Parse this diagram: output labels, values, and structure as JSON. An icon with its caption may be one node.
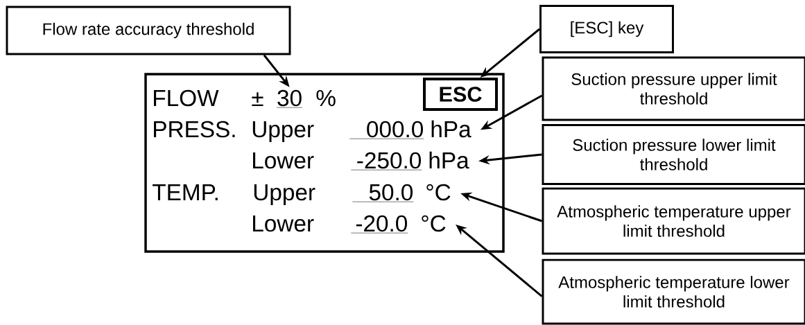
{
  "diagram": {
    "nodes": [
      {
        "text": [
          "Flow rate accuracy threshold"
        ]
      },
      {
        "text": [
          "[ESC] key"
        ]
      },
      {
        "text": [
          "Suction pressure upper limit threshold"
        ]
      },
      {
        "text": [
          "Suction pressure lower limit threshold"
        ]
      },
      {
        "text": [
          "Atmospheric temperature upper limit threshold"
        ]
      },
      {
        "text": [
          "Atmospheric temperature lower limit threshold"
        ]
      },
      {
        "text": [],
        "shape": "box"
      },
      {
        "text": [
          "ESC"
        ],
        "in": 6
      },
      {
        "text": [
          "30"
        ],
        "in": 6
      },
      {
        "text": [
          "000.0",
          "hPa"
        ],
        "in": 6
      },
      {
        "text": [
          "-250.0",
          "hPa"
        ],
        "in": 6
      },
      {
        "text": [
          "50.0",
          "°C"
        ],
        "in": 6
      },
      {
        "text": [
          "-20.0",
          "°C"
        ],
        "in": 6
      }
    ],
    "edges": [
      {
        "from": 0,
        "to": 8,
        "arrow": "to"
      },
      {
        "from": 1,
        "to": 7,
        "arrow": "to"
      },
      {
        "from": 2,
        "to": 9,
        "arrow": "to"
      },
      {
        "from": 3,
        "to": 10,
        "arrow": "to"
      },
      {
        "from": 4,
        "to": 11,
        "arrow": "to"
      },
      {
        "from": 5,
        "to": 12,
        "arrow": "to"
      }
    ],
    "labels": [
      "FLOW",
      "±",
      "%",
      "PRESS.",
      "Upper",
      "Lower",
      "TEMP.",
      "Upper",
      "Lower"
    ]
  }
}
